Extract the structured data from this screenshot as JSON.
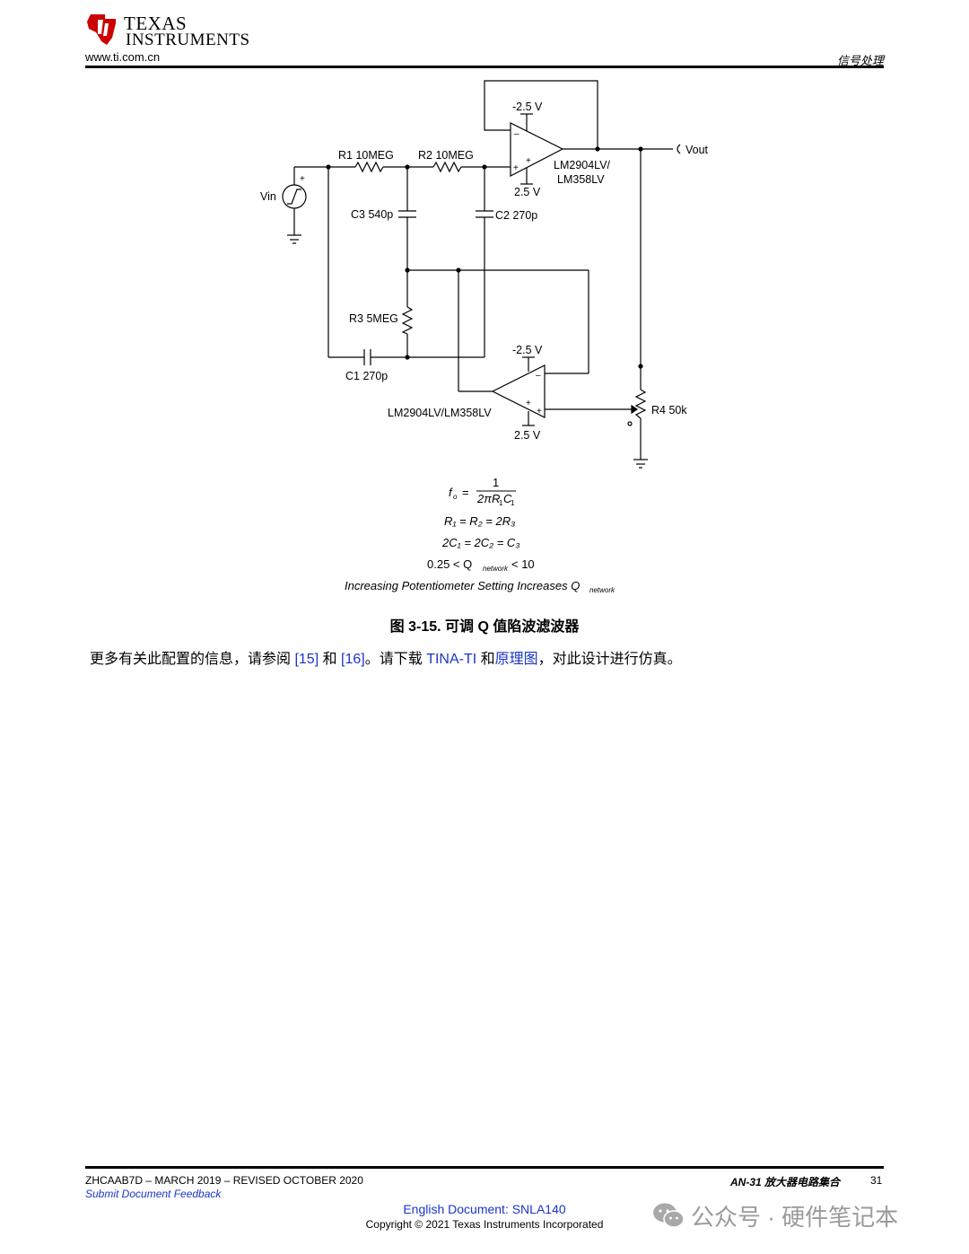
{
  "header": {
    "brand_line1": "TEXAS",
    "brand_line2": "INSTRUMENTS",
    "website": "www.ti.com.cn",
    "section": "信号处理"
  },
  "schematic": {
    "vin": "Vin",
    "vout": "Vout",
    "r1": "R1 10MEG",
    "r2": "R2 10MEG",
    "r3": "R3 5MEG",
    "r4": "R4 50k",
    "c1": "C1 270p",
    "c2": "C2 270p",
    "c3": "C3 540p",
    "opamp_top_line1": "LM2904LV/",
    "opamp_top_line2": "LM358LV",
    "opamp_bottom": "LM2904LV/LM358LV",
    "neg_supply": "-2.5 V",
    "pos_supply": "2.5 V",
    "plus_sign": "+",
    "minus_sign": "–"
  },
  "equations": {
    "fo_lhs": "f",
    "fo_sub": "o",
    "eq_sign": "=",
    "fo_num": "1",
    "fo_den": "2πR",
    "fo_den_sub1": "1",
    "fo_den_c": "C",
    "fo_den_sub2": "1",
    "eq2": "R₁ = R₂ = 2R₃",
    "eq3": "2C₁ = 2C₂ = C₃",
    "eq4_a": "0.25 < Q",
    "eq4_sub": "network",
    "eq4_b": "< 10",
    "eq5_a": "Increasing Potentiometer Setting Increases Q",
    "eq5_sub": "network"
  },
  "caption": "图 3-15. 可调 Q 值陷波滤波器",
  "paragraph": {
    "t1": "更多有关此配置的信息，请参阅 ",
    "ref1": "[15]",
    "t2": " 和 ",
    "ref2": "[16]",
    "t3": "。请下载 ",
    "link1": "TINA-TI",
    "t4": " 和",
    "link2": "原理图",
    "t5": "，对此设计进行仿真。"
  },
  "footer": {
    "doc_id_line": "ZHCAAB7D – MARCH 2019 – REVISED OCTOBER 2020",
    "feedback": "Submit Document Feedback",
    "doc_title": "AN-31 放大器电路集合",
    "page": "31",
    "english_doc": "English Document: SNLA140",
    "copyright": "Copyright © 2021 Texas Instruments Incorporated"
  },
  "watermark": {
    "text": "公众号 · 硬件笔记本"
  },
  "colors": {
    "ti_red": "#cc0000",
    "link_blue": "#1b35c8",
    "watermark_gray": "#9a9a9a"
  }
}
